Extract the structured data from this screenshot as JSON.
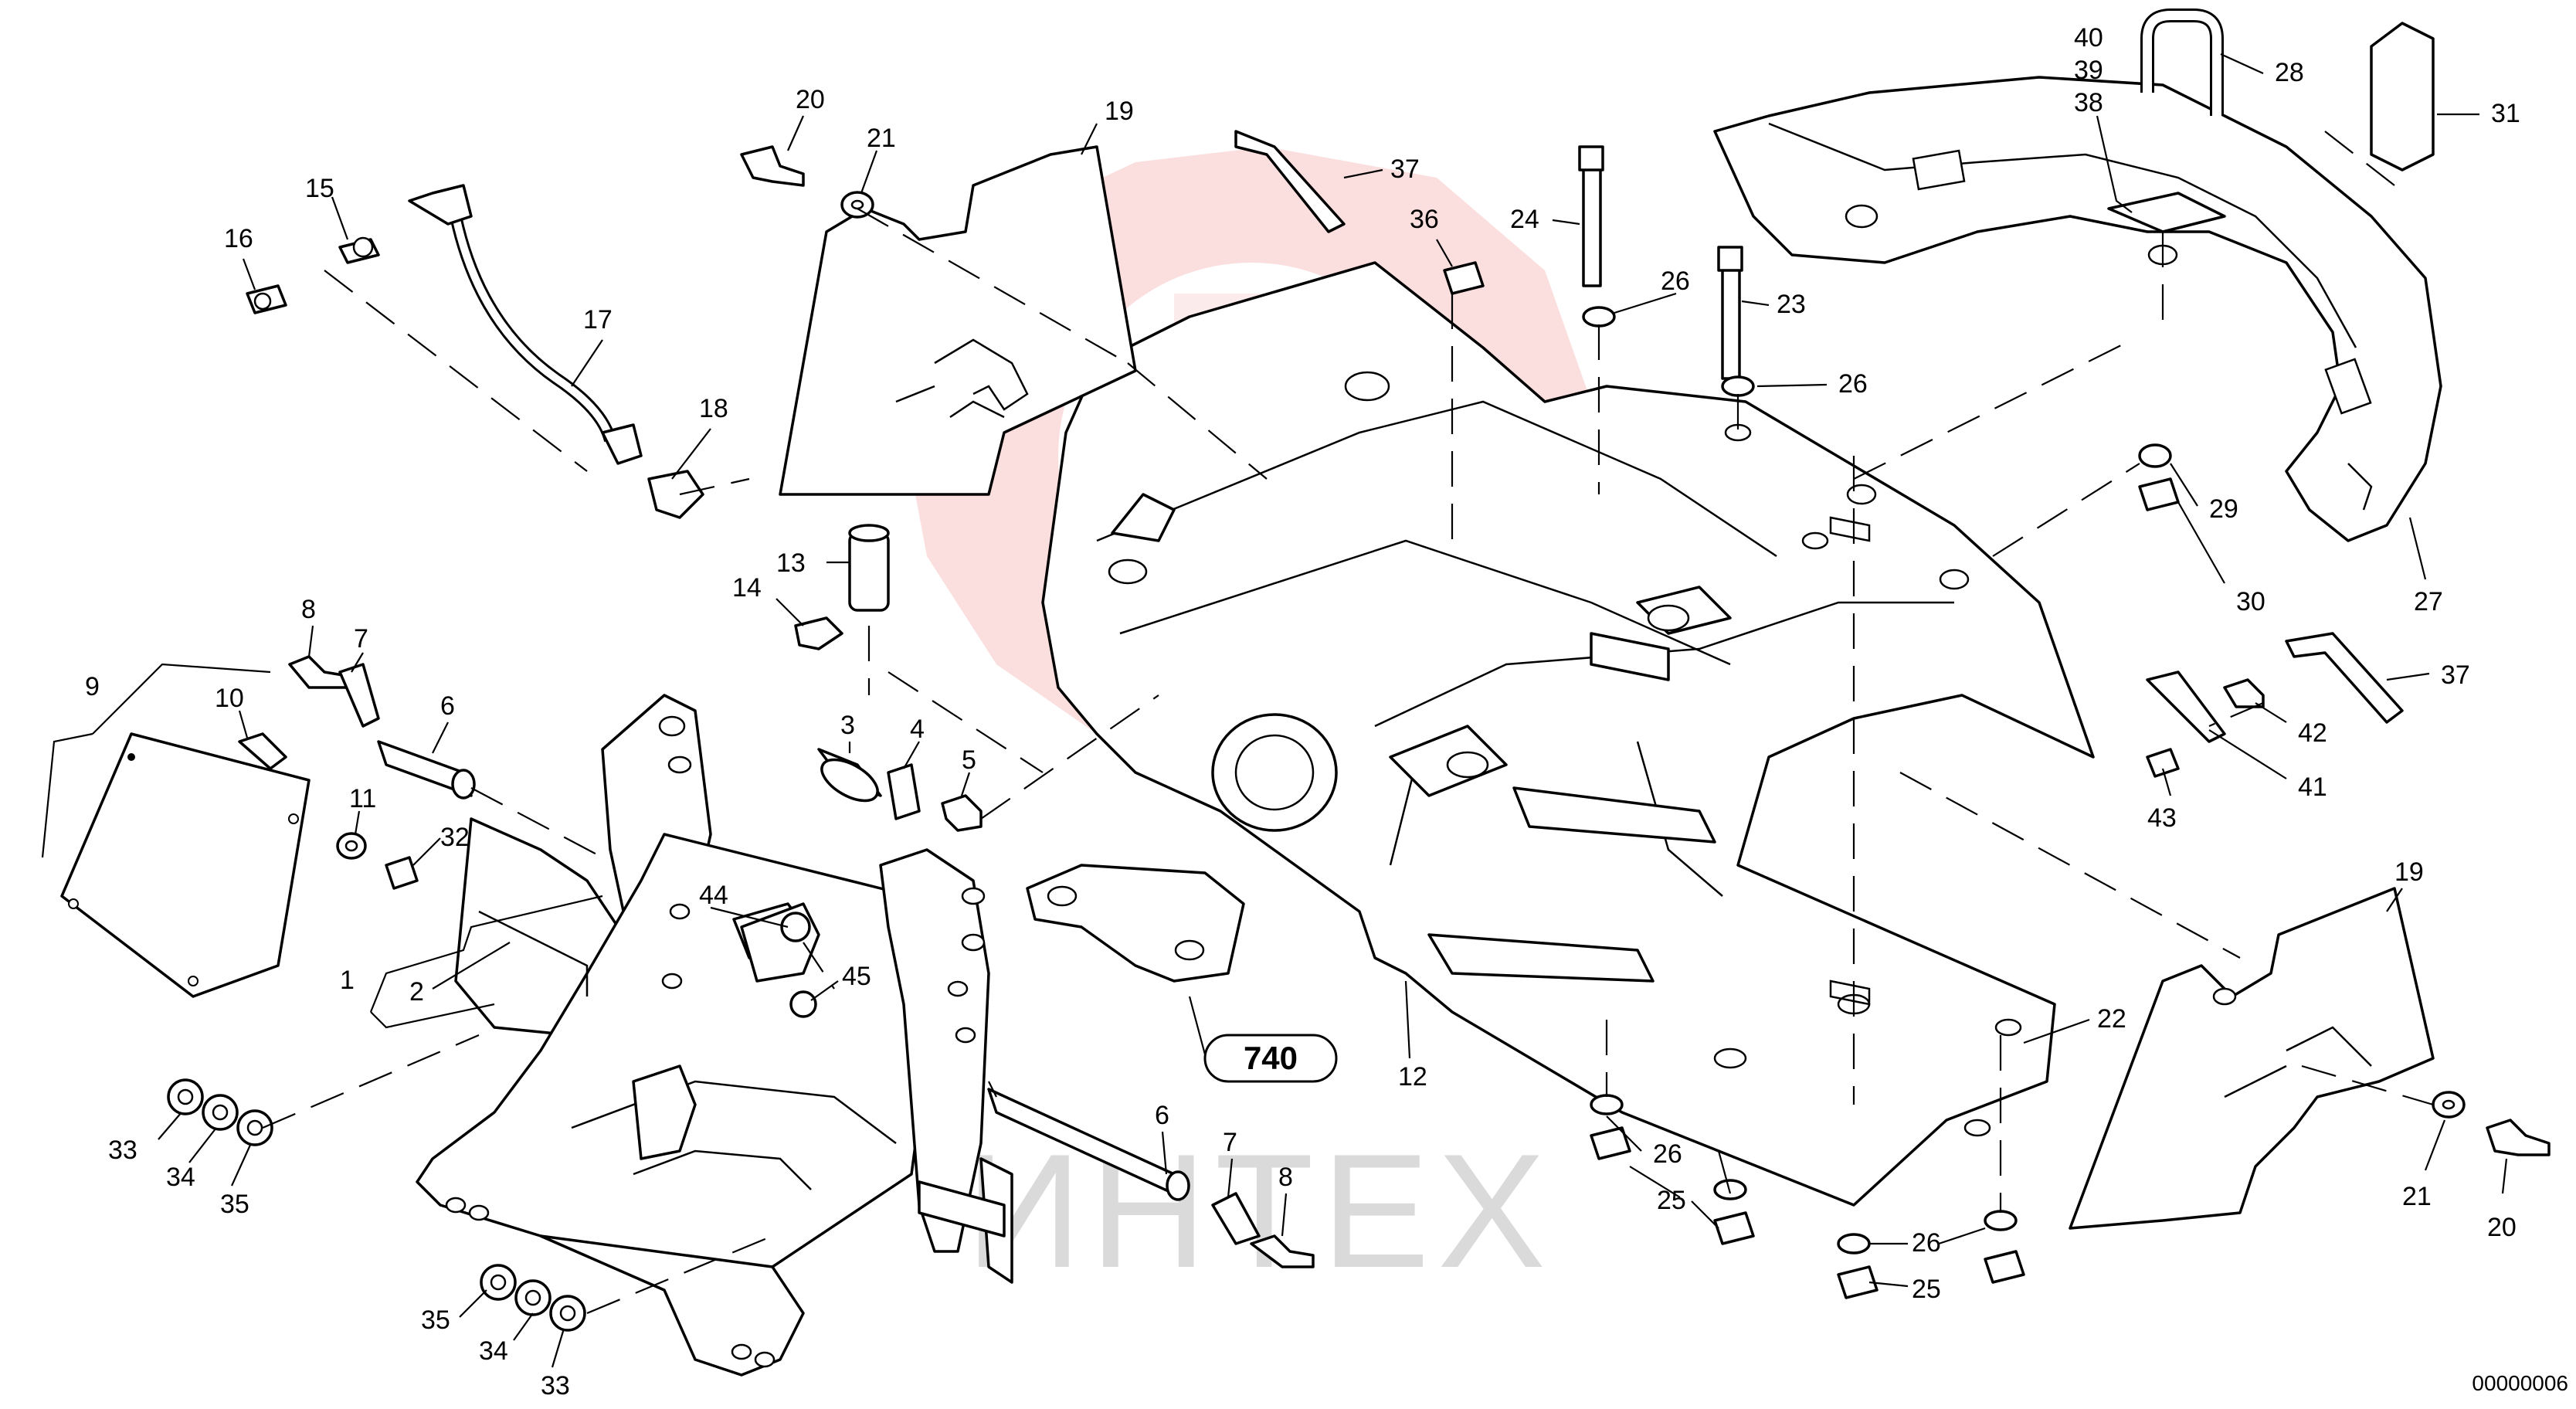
{
  "watermark": {
    "text": "ИНТЕХ",
    "logo_color": "#f28b8b"
  },
  "doc_number": "00000006",
  "assembly_ref": "740",
  "callouts": [
    {
      "id": "c20a",
      "label": "20"
    },
    {
      "id": "c21a",
      "label": "21"
    },
    {
      "id": "c19a",
      "label": "19"
    },
    {
      "id": "c15",
      "label": "15"
    },
    {
      "id": "c16",
      "label": "16"
    },
    {
      "id": "c17",
      "label": "17"
    },
    {
      "id": "c18",
      "label": "18"
    },
    {
      "id": "c13",
      "label": "13"
    },
    {
      "id": "c14",
      "label": "14"
    },
    {
      "id": "c8a",
      "label": "8"
    },
    {
      "id": "c7a",
      "label": "7"
    },
    {
      "id": "c6a",
      "label": "6"
    },
    {
      "id": "c9",
      "label": "9"
    },
    {
      "id": "c10",
      "label": "10"
    },
    {
      "id": "c11",
      "label": "11"
    },
    {
      "id": "c32",
      "label": "32"
    },
    {
      "id": "c3",
      "label": "3"
    },
    {
      "id": "c4",
      "label": "4"
    },
    {
      "id": "c5",
      "label": "5"
    },
    {
      "id": "c1",
      "label": "1"
    },
    {
      "id": "c2",
      "label": "2"
    },
    {
      "id": "c44",
      "label": "44"
    },
    {
      "id": "c45",
      "label": "45"
    },
    {
      "id": "c33a",
      "label": "33"
    },
    {
      "id": "c34a",
      "label": "34"
    },
    {
      "id": "c35a",
      "label": "35"
    },
    {
      "id": "c35b",
      "label": "35"
    },
    {
      "id": "c34b",
      "label": "34"
    },
    {
      "id": "c33b",
      "label": "33"
    },
    {
      "id": "c6b",
      "label": "6"
    },
    {
      "id": "c7b",
      "label": "7"
    },
    {
      "id": "c8b",
      "label": "8"
    },
    {
      "id": "c12",
      "label": "12"
    },
    {
      "id": "c37a",
      "label": "37"
    },
    {
      "id": "c36",
      "label": "36"
    },
    {
      "id": "c24",
      "label": "24"
    },
    {
      "id": "c26a",
      "label": "26"
    },
    {
      "id": "c23",
      "label": "23"
    },
    {
      "id": "c26b",
      "label": "26"
    },
    {
      "id": "c40",
      "label": "40"
    },
    {
      "id": "c39",
      "label": "39"
    },
    {
      "id": "c38",
      "label": "38"
    },
    {
      "id": "c28",
      "label": "28"
    },
    {
      "id": "c31",
      "label": "31"
    },
    {
      "id": "c29",
      "label": "29"
    },
    {
      "id": "c30",
      "label": "30"
    },
    {
      "id": "c27",
      "label": "27"
    },
    {
      "id": "c37b",
      "label": "37"
    },
    {
      "id": "c42",
      "label": "42"
    },
    {
      "id": "c41",
      "label": "41"
    },
    {
      "id": "c43",
      "label": "43"
    },
    {
      "id": "c19b",
      "label": "19"
    },
    {
      "id": "c22",
      "label": "22"
    },
    {
      "id": "c26c",
      "label": "26"
    },
    {
      "id": "c25a",
      "label": "25"
    },
    {
      "id": "c26d",
      "label": "26"
    },
    {
      "id": "c25b",
      "label": "25"
    },
    {
      "id": "c21b",
      "label": "21"
    },
    {
      "id": "c20b",
      "label": "20"
    }
  ]
}
